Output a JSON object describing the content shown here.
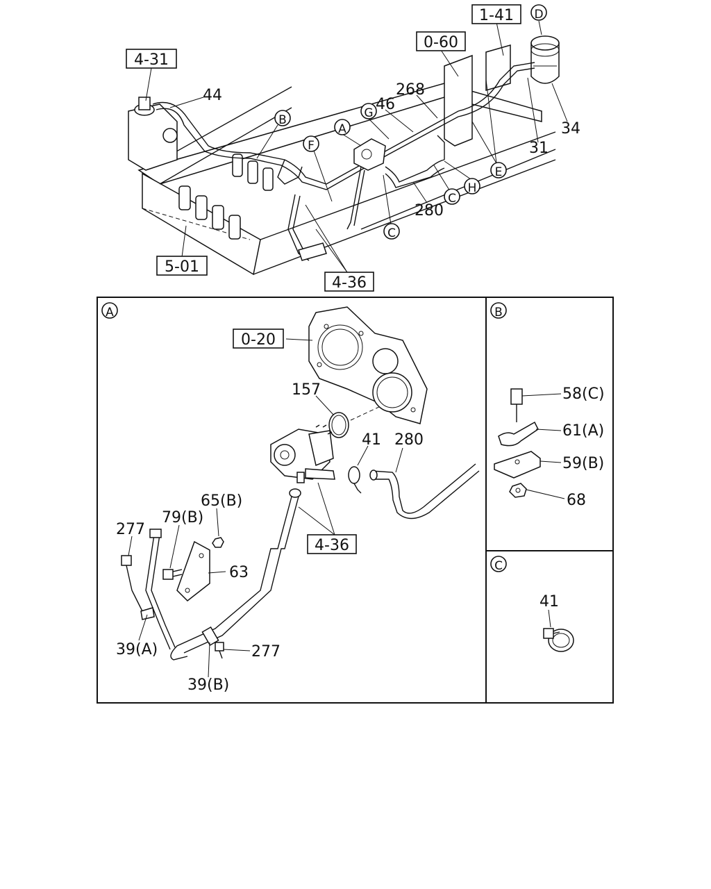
{
  "upper_view": {
    "ref_boxes": [
      "1-41",
      "0-60",
      "4-31",
      "5-01",
      "4-36"
    ],
    "part_numbers": [
      "44",
      "268",
      "46",
      "34",
      "31",
      "280"
    ],
    "circle_markers": [
      "D",
      "B",
      "G",
      "A",
      "F",
      "E",
      "H",
      "C",
      "C"
    ]
  },
  "detail_a": {
    "marker": "A",
    "ref_boxes": [
      "0-20",
      "4-36"
    ],
    "part_numbers": [
      "157",
      "41",
      "280",
      "65(B)",
      "79(B)",
      "277",
      "63",
      "39(A)",
      "277",
      "39(B)"
    ]
  },
  "detail_b": {
    "marker": "B",
    "part_numbers": [
      "58(C)",
      "61(A)",
      "59(B)",
      "68"
    ]
  },
  "detail_c": {
    "marker": "C",
    "part_numbers": [
      "41"
    ]
  }
}
